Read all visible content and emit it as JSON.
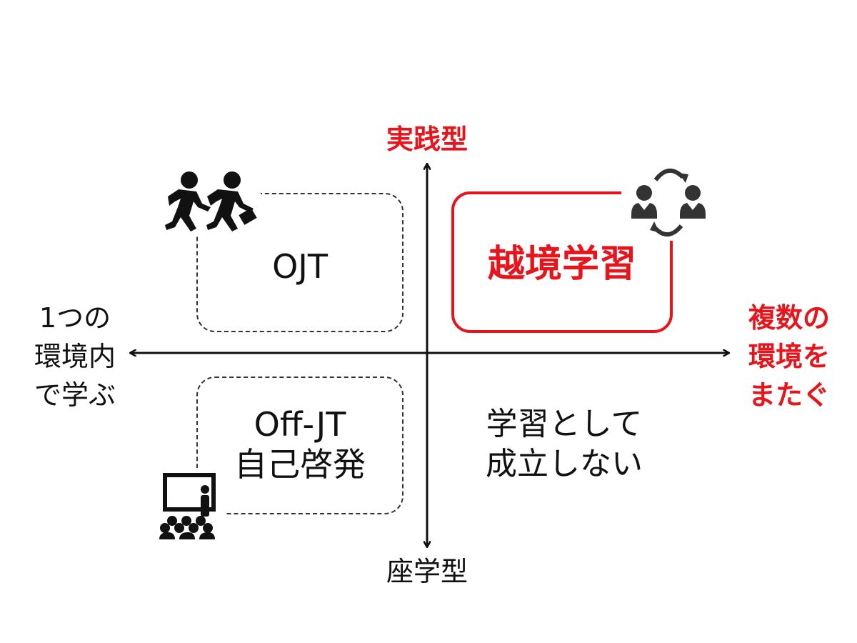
{
  "colors": {
    "accent": "#e8141c",
    "axis": "#111111",
    "box_border": "#333333",
    "icon": "#111111",
    "icon_gray": "#333333"
  },
  "axes": {
    "top": "実践型",
    "bottom": "座学型",
    "left": "1つの\n環境内\nで学ぶ",
    "right": "複数の\n環境を\nまたぐ"
  },
  "quadrants": {
    "top_left": "OJT",
    "top_right": "越境学習",
    "bottom_left": "Off-JT\n自己啓発",
    "bottom_right": "学習として\n成立しない"
  },
  "icons": {
    "top_left": "running-businessmen-icon",
    "top_right": "people-exchange-icon",
    "bottom_left": "classroom-lecture-icon"
  }
}
